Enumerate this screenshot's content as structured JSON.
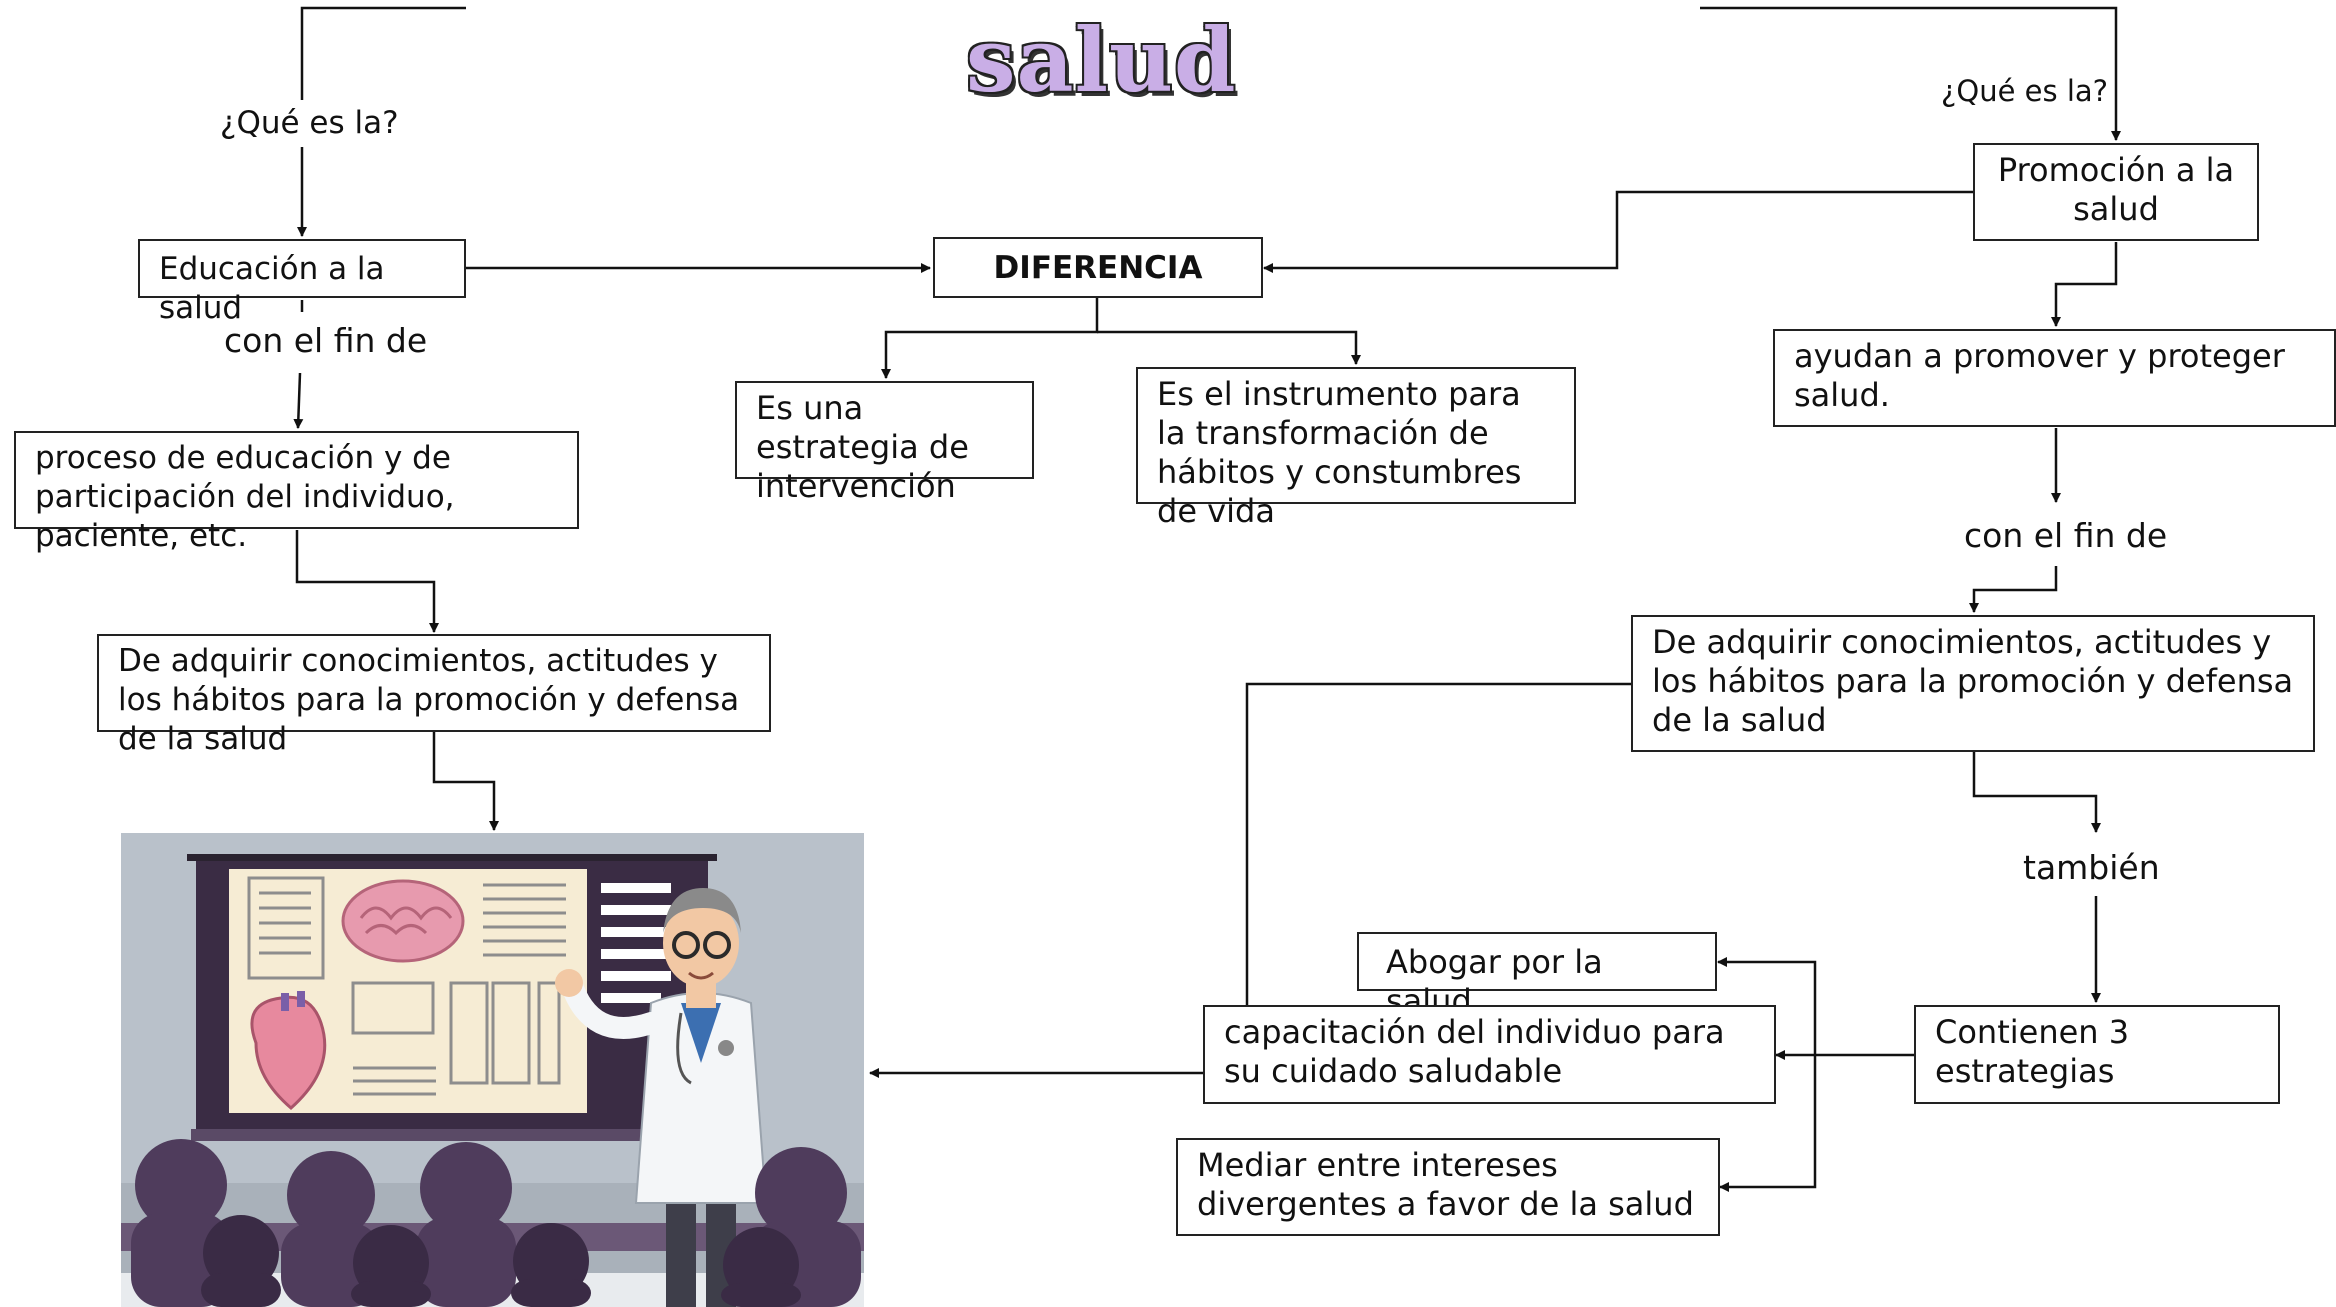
{
  "title": {
    "text": "salud",
    "fill_color": "#c9aee6",
    "outline_color": "#222222"
  },
  "left": {
    "question": "¿Qué es la?",
    "concept": "Educación a la salud",
    "connector": "con el fin de",
    "process": "proceso de educación y de participación del individuo, paciente, etc.",
    "goal": "De adquirir conocimientos, actitudes y los hábitos para la promoción y defensa de la salud"
  },
  "center": {
    "diferencia": "DIFERENCIA",
    "left_point": "Es una estrategia de intervención",
    "right_point": "Es el instrumento para la transformación de hábitos y constumbres de vida"
  },
  "right": {
    "question": "¿Qué es la?",
    "concept": "Promoción a la salud",
    "help": " ayudan a promover y proteger salud.",
    "connector": "con el fin de",
    "goal": "De adquirir conocimientos, actitudes y los hábitos para la promoción y defensa de la salud",
    "tambien": "también",
    "strategies_node": "Contienen 3 estrategias",
    "strategies": [
      "Abogar por la salud",
      " capacitación del individuo para su cuidado saludable",
      "Mediar entre intereses divergentes a favor de la salud"
    ]
  },
  "illustration": {
    "subject": "doctor-presentation"
  }
}
